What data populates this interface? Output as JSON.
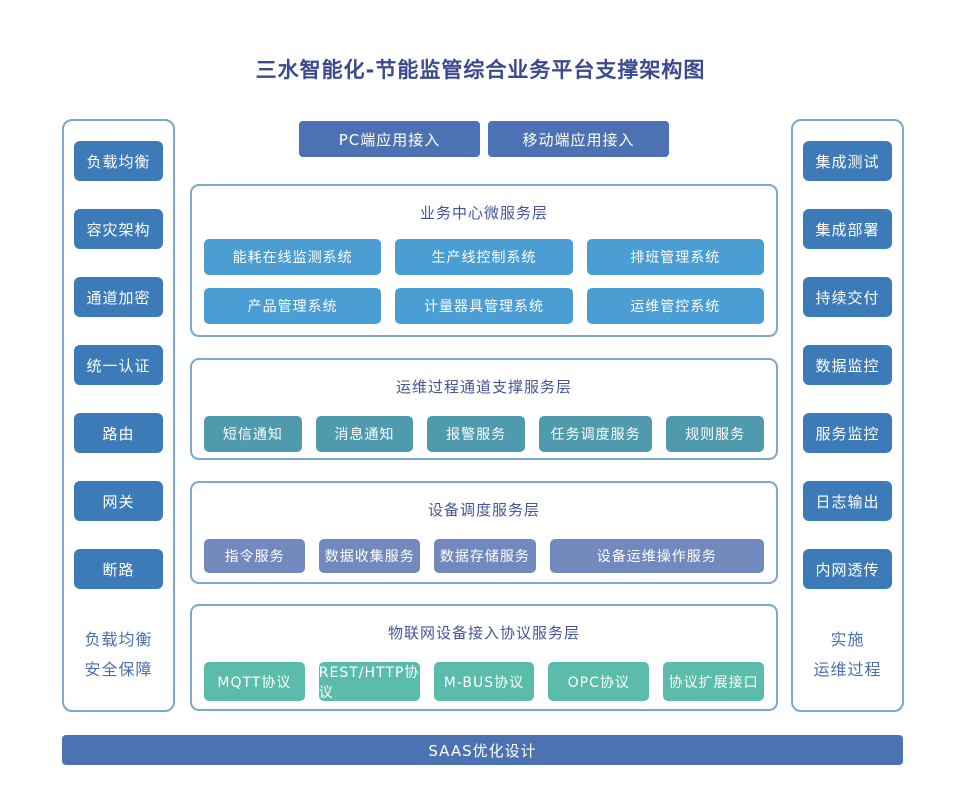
{
  "title": "三水智能化-节能监管综合业务平台支撑架构图",
  "colors": {
    "title_text": "#3b4a8e",
    "panel_border": "#7ba7d0",
    "sidebar_button": "#3d7ab8",
    "access_button": "#4d72b3",
    "layer_title_text": "#44549e",
    "layer1_node": "#4a9ed3",
    "layer2_node": "#4f9aad",
    "layer3_node": "#7289bd",
    "layer4_node": "#5bbcab",
    "footer_bar": "#4d72b3",
    "sidebar_footer_text": "#4a6fb0"
  },
  "access": {
    "pc": "PC端应用接入",
    "mobile": "移动端应用接入"
  },
  "left_sidebar": {
    "items": [
      "负载均衡",
      "容灾架构",
      "通道加密",
      "统一认证",
      "路由",
      "网关",
      "断路"
    ],
    "footer_line1": "负载均衡",
    "footer_line2": "安全保障"
  },
  "right_sidebar": {
    "items": [
      "集成测试",
      "集成部署",
      "持续交付",
      "数据监控",
      "服务监控",
      "日志输出",
      "内网透传"
    ],
    "footer_line1": "实施",
    "footer_line2": "运维过程"
  },
  "layers": [
    {
      "title": "业务中心微服务层",
      "items": [
        "能耗在线监测系统",
        "生产线控制系统",
        "排班管理系统",
        "产品管理系统",
        "计量器具管理系统",
        "运维管控系统"
      ]
    },
    {
      "title": "运维过程通道支撑服务层",
      "items": [
        "短信通知",
        "消息通知",
        "报警服务",
        "任务调度服务",
        "规则服务"
      ]
    },
    {
      "title": "设备调度服务层",
      "items": [
        "指令服务",
        "数据收集服务",
        "数据存储服务",
        "设备运维操作服务"
      ]
    },
    {
      "title": "物联网设备接入协议服务层",
      "items": [
        "MQTT协议",
        "REST/HTTP协议",
        "M-BUS协议",
        "OPC协议",
        "协议扩展接口"
      ]
    }
  ],
  "footer_bar": "SAAS优化设计"
}
